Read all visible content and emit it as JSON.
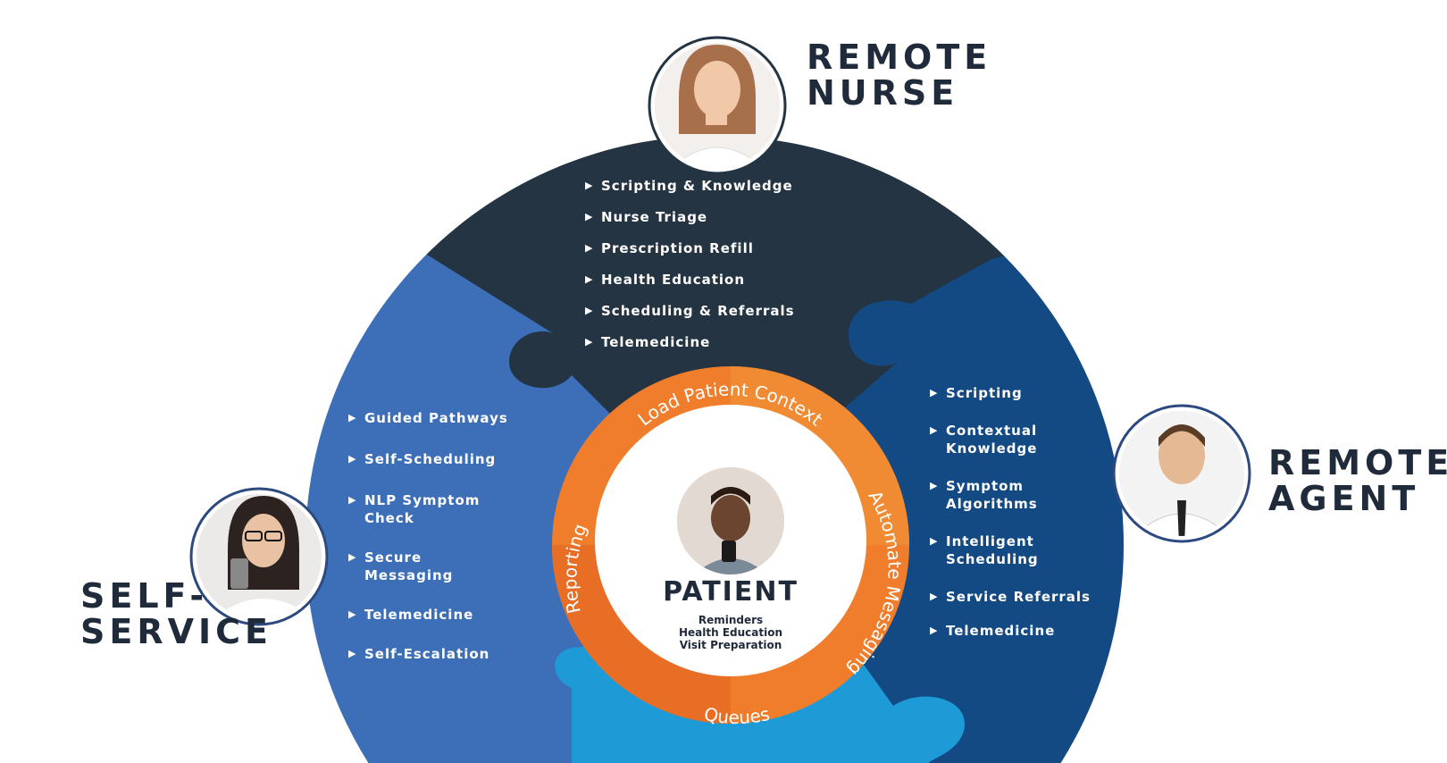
{
  "colors": {
    "navy_dark": "#243442",
    "blue_mid": "#3d6fb8",
    "blue_deep": "#134a84",
    "blue_light": "#1e9ad6",
    "orange": "#ef7d2b",
    "orange_dark": "#e86422",
    "title_text": "#1f2a3a",
    "photo_ring": "#2c4a80"
  },
  "roles": {
    "remote_nurse": {
      "title": "REMOTE\nNURSE",
      "icon": "nurse-photo-icon",
      "items": [
        "Scripting & Knowledge",
        "Nurse Triage",
        "Prescription Refill",
        "Health Education",
        "Scheduling & Referrals",
        "Telemedicine"
      ]
    },
    "remote_agent": {
      "title": "REMOTE\nAGENT",
      "icon": "agent-photo-icon",
      "items": [
        "Scripting",
        "Contextual\nKnowledge",
        "Symptom\nAlgorithms",
        "Intelligent\nScheduling",
        "Service Referrals",
        "Telemedicine"
      ]
    },
    "self_service": {
      "title": "SELF-\nSERVICE",
      "icon": "self-service-photo-icon",
      "items": [
        "Guided Pathways",
        "Self-Scheduling",
        "NLP Symptom\nCheck",
        "Secure\nMessaging",
        "Telemedicine",
        "Self-Escalation"
      ]
    }
  },
  "ring": {
    "top": "Load Patient Context",
    "right": "Automate Messaging",
    "bottom": "Queues",
    "left": "Reporting"
  },
  "patient": {
    "title": "PATIENT",
    "lines": [
      "Reminders",
      "Health Education",
      "Visit Preparation"
    ],
    "icon": "patient-photo-icon"
  }
}
